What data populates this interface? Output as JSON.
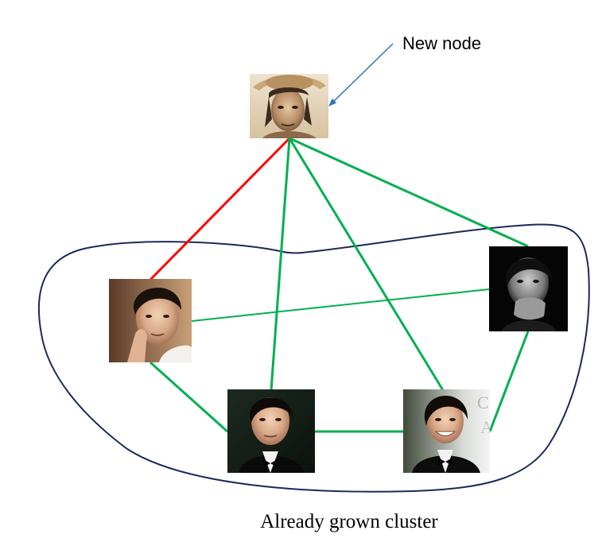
{
  "annotation": {
    "new_node_label": "New node",
    "arrow_color": "#2e75b6"
  },
  "caption": "Already grown cluster",
  "colors": {
    "cluster_outline": "#1a2a5c",
    "within_cluster_edge": "#00b050",
    "new_node_edge_rejected": "#ff0000",
    "new_node_edge_accepted": "#00b050"
  },
  "nodes": [
    {
      "id": "new-node",
      "role": "new node",
      "image": "face photo (man with straw hat)"
    },
    {
      "id": "member-left",
      "role": "cluster member",
      "image": "face photo (young man, hand on chin)"
    },
    {
      "id": "member-right",
      "role": "cluster member",
      "image": "face photo (man, black and white)"
    },
    {
      "id": "member-bottom-left",
      "role": "cluster member",
      "image": "face photo (man in tuxedo)"
    },
    {
      "id": "member-bottom-right",
      "role": "cluster member",
      "image": "face photo (smiling man in tuxedo)"
    }
  ],
  "edges": [
    {
      "from": "new-node",
      "to": "member-left",
      "color": "red"
    },
    {
      "from": "new-node",
      "to": "member-bottom-left",
      "color": "green"
    },
    {
      "from": "new-node",
      "to": "member-bottom-right",
      "color": "green"
    },
    {
      "from": "new-node",
      "to": "member-right",
      "color": "green"
    },
    {
      "from": "member-left",
      "to": "member-right",
      "color": "green"
    },
    {
      "from": "member-left",
      "to": "member-bottom-left",
      "color": "green"
    },
    {
      "from": "member-bottom-left",
      "to": "member-bottom-right",
      "color": "green"
    },
    {
      "from": "member-right",
      "to": "member-bottom-right",
      "color": "green"
    }
  ]
}
